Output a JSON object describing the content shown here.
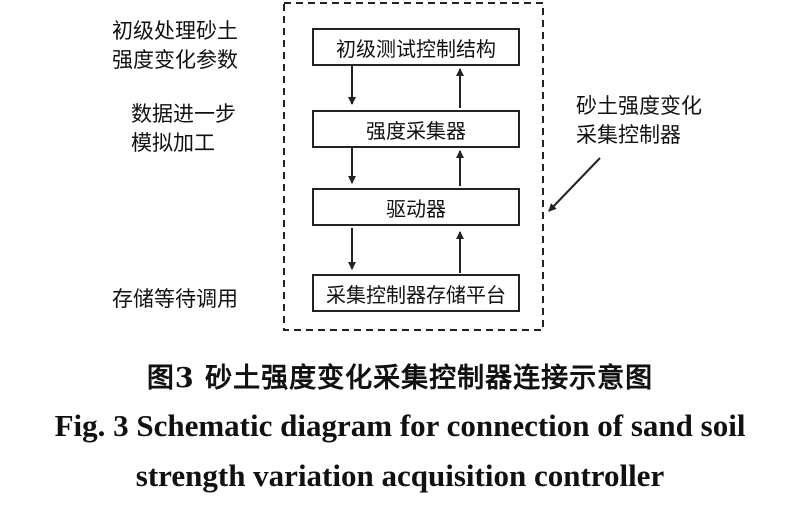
{
  "left_labels": [
    [
      "初级处理砂土",
      "强度变化参数"
    ],
    [
      "数据进一步",
      "模拟加工"
    ],
    [
      "存储等待调用"
    ]
  ],
  "right_label": [
    "砂土强度变化",
    "采集控制器"
  ],
  "boxes": [
    "初级测试控制结构",
    "强度采集器",
    "驱动器",
    "采集控制器存储平台"
  ],
  "caption": {
    "cn": "图3  砂土强度变化采集控制器连接示意图",
    "en_line1": "Fig. 3  Schematic diagram for connection of sand soil",
    "en_line2": "strength variation acquisition controller"
  }
}
